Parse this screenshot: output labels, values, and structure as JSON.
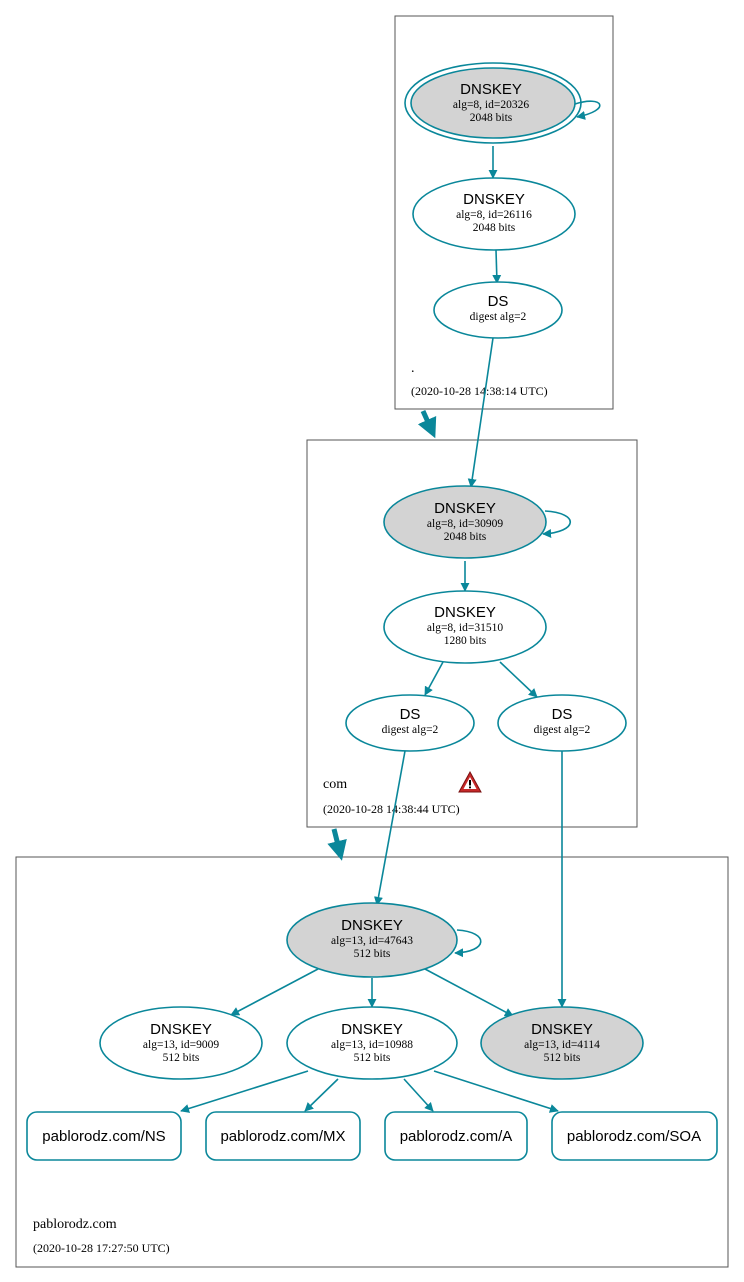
{
  "colors": {
    "edge": "#0a879a",
    "sep_fill": "#d3d3d3",
    "warning": "#c62828"
  },
  "zones": {
    "root": {
      "name": ".",
      "timestamp": "(2020-10-28 14:38:14 UTC)"
    },
    "com": {
      "name": "com",
      "timestamp": "(2020-10-28 14:38:44 UTC)",
      "icon": "warning-icon"
    },
    "pablorodz": {
      "name": "pablorodz.com",
      "timestamp": "(2020-10-28 17:27:50 UTC)"
    }
  },
  "nodes": {
    "root_ksk": {
      "type": "DNSKEY",
      "line1": "alg=8, id=20326",
      "line2": "2048 bits"
    },
    "root_zsk": {
      "type": "DNSKEY",
      "line1": "alg=8, id=26116",
      "line2": "2048 bits"
    },
    "root_ds": {
      "type": "DS",
      "line1": "digest alg=2"
    },
    "com_ksk": {
      "type": "DNSKEY",
      "line1": "alg=8, id=30909",
      "line2": "2048 bits"
    },
    "com_zsk": {
      "type": "DNSKEY",
      "line1": "alg=8, id=31510",
      "line2": "1280 bits"
    },
    "com_ds_1": {
      "type": "DS",
      "line1": "digest alg=2"
    },
    "com_ds_2": {
      "type": "DS",
      "line1": "digest alg=2"
    },
    "pr_ksk": {
      "type": "DNSKEY",
      "line1": "alg=13, id=47643",
      "line2": "512 bits"
    },
    "pr_key_9009": {
      "type": "DNSKEY",
      "line1": "alg=13, id=9009",
      "line2": "512 bits"
    },
    "pr_zsk": {
      "type": "DNSKEY",
      "line1": "alg=13, id=10988",
      "line2": "512 bits"
    },
    "pr_key_4114": {
      "type": "DNSKEY",
      "line1": "alg=13, id=4114",
      "line2": "512 bits"
    }
  },
  "rrsets": {
    "ns": "pablorodz.com/NS",
    "mx": "pablorodz.com/MX",
    "a": "pablorodz.com/A",
    "soa": "pablorodz.com/SOA"
  }
}
